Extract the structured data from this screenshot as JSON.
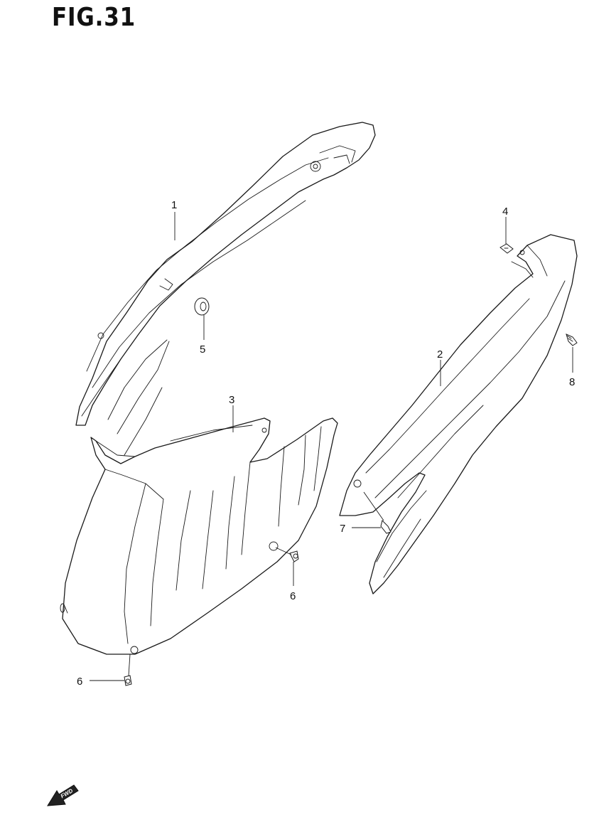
{
  "figure": {
    "title": "FIG.31"
  },
  "callouts": [
    {
      "id": "c1",
      "label": "1"
    },
    {
      "id": "c2",
      "label": "2"
    },
    {
      "id": "c3",
      "label": "3"
    },
    {
      "id": "c4",
      "label": "4"
    },
    {
      "id": "c5",
      "label": "5"
    },
    {
      "id": "c6a",
      "label": "6"
    },
    {
      "id": "c6b",
      "label": "6"
    },
    {
      "id": "c7",
      "label": "7"
    },
    {
      "id": "c8",
      "label": "8"
    }
  ],
  "fwd_arrow": {
    "label": "FWD"
  }
}
